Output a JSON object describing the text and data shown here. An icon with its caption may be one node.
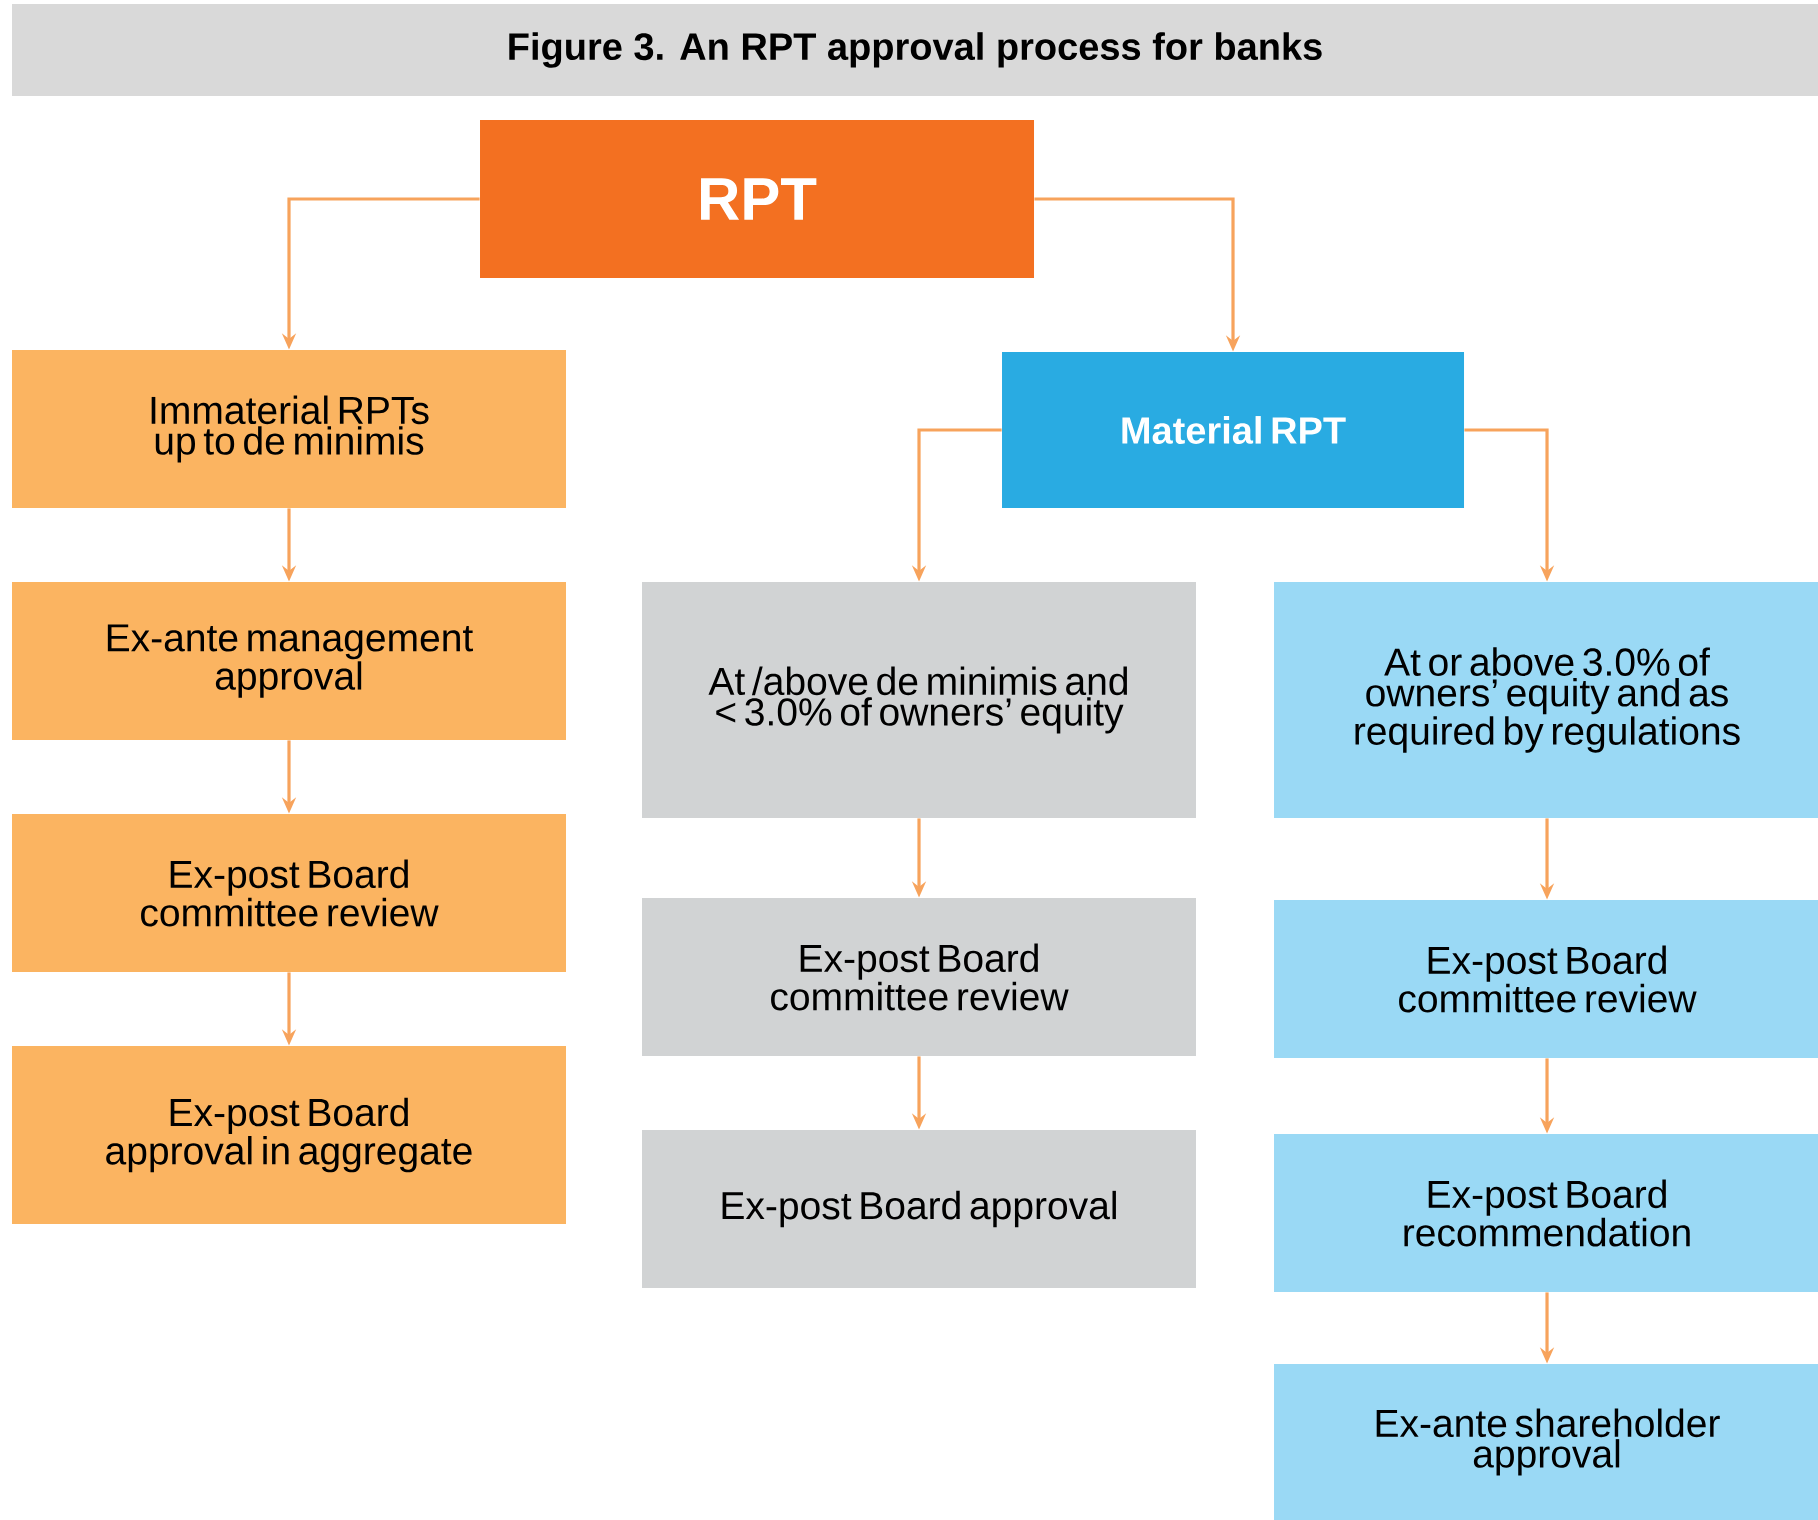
{
  "diagram": {
    "title": "Figure 3. An RPT approval process for banks",
    "nodes": [
      {
        "text": [
          "RPT"
        ]
      },
      {
        "text": [
          "Immaterial RPTs up to de minimis"
        ]
      },
      {
        "text": [
          "Material RPT"
        ]
      },
      {
        "text": [
          "Ex-ante management approval"
        ]
      },
      {
        "text": [
          "At /above de minimis and < 3.0% of owners’ equity"
        ]
      },
      {
        "text": [
          "At or above 3.0% of owners’ equity and as required by regulations"
        ]
      },
      {
        "text": [
          "Ex-post Board committee review"
        ]
      },
      {
        "text": [
          "Ex-post Board committee review"
        ]
      },
      {
        "text": [
          "Ex-post Board committee review"
        ]
      },
      {
        "text": [
          "Ex-post Board approval in aggregate"
        ]
      },
      {
        "text": [
          "Ex-post Board approval"
        ]
      },
      {
        "text": [
          "Ex-post Board recommendation"
        ]
      },
      {
        "text": [
          "Ex-ante shareholder approval"
        ]
      }
    ],
    "edges": [
      {
        "from": 0,
        "to": 1,
        "arrow": "to"
      },
      {
        "from": 0,
        "to": 2,
        "arrow": "to"
      },
      {
        "from": 1,
        "to": 3,
        "arrow": "to"
      },
      {
        "from": 3,
        "to": 6,
        "arrow": "to"
      },
      {
        "from": 6,
        "to": 9,
        "arrow": "to"
      },
      {
        "from": 2,
        "to": 4,
        "arrow": "to"
      },
      {
        "from": 2,
        "to": 5,
        "arrow": "to"
      },
      {
        "from": 4,
        "to": 7,
        "arrow": "to"
      },
      {
        "from": 7,
        "to": 10,
        "arrow": "to"
      },
      {
        "from": 5,
        "to": 8,
        "arrow": "to"
      },
      {
        "from": 8,
        "to": 11,
        "arrow": "to"
      },
      {
        "from": 11,
        "to": 12,
        "arrow": "to"
      }
    ]
  }
}
